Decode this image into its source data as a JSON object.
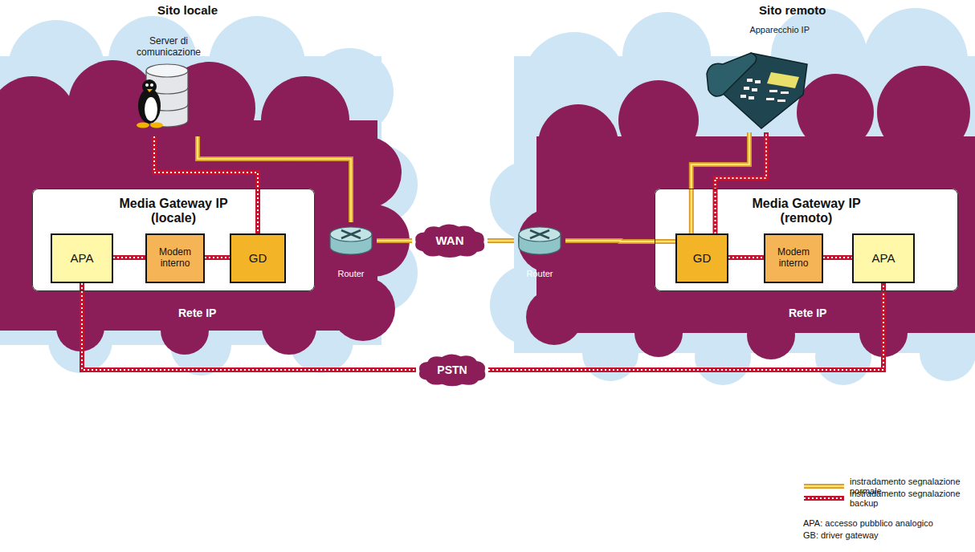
{
  "diagram": {
    "nodes": [
      {
        "text": [
          "Server di comunicazione"
        ]
      },
      {
        "text": [
          "Media Gateway IP (locale)"
        ]
      },
      {
        "text": [
          "APA"
        ],
        "in": 1
      },
      {
        "text": [
          "Modem interno"
        ],
        "in": 1
      },
      {
        "text": [
          "GD"
        ],
        "in": 1
      },
      {
        "text": [
          "Router"
        ]
      },
      {
        "text": [
          "WAN"
        ]
      },
      {
        "text": [
          "Router"
        ]
      },
      {
        "text": [
          "Media Gateway IP (remoto)"
        ]
      },
      {
        "text": [
          "GD"
        ],
        "in": 8
      },
      {
        "text": [
          "Modem interno"
        ],
        "in": 8
      },
      {
        "text": [
          "APA"
        ],
        "in": 8
      },
      {
        "text": [
          "Apparecchio IP"
        ]
      },
      {
        "text": [
          "PSTN"
        ]
      }
    ],
    "edges": [
      {
        "from": 0,
        "to": 5,
        "arrow": "none"
      },
      {
        "from": 0,
        "to": 4,
        "arrow": "none"
      },
      {
        "from": 2,
        "to": 3,
        "arrow": "none"
      },
      {
        "from": 3,
        "to": 4,
        "arrow": "none"
      },
      {
        "from": 5,
        "to": 6,
        "arrow": "none"
      },
      {
        "from": 6,
        "to": 7,
        "arrow": "none"
      },
      {
        "from": 7,
        "to": 9,
        "arrow": "none"
      },
      {
        "from": 9,
        "to": 12,
        "arrow": "none"
      },
      {
        "from": 9,
        "to": 12,
        "arrow": "none"
      },
      {
        "from": 9,
        "to": 10,
        "arrow": "none"
      },
      {
        "from": 10,
        "to": 11,
        "arrow": "none"
      },
      {
        "from": 2,
        "to": 13,
        "arrow": "none"
      },
      {
        "from": 13,
        "to": 11,
        "arrow": "none"
      }
    ],
    "labels": [
      "Sito locale",
      "Sito remoto",
      "Rete IP",
      "Rete IP",
      "APA: accesso pubblico analogico",
      "GB: driver gateway"
    ],
    "legend": [
      {
        "text": "instradamento segnalazione normale"
      },
      {
        "text": "instradamento segnalazione backup"
      }
    ]
  }
}
